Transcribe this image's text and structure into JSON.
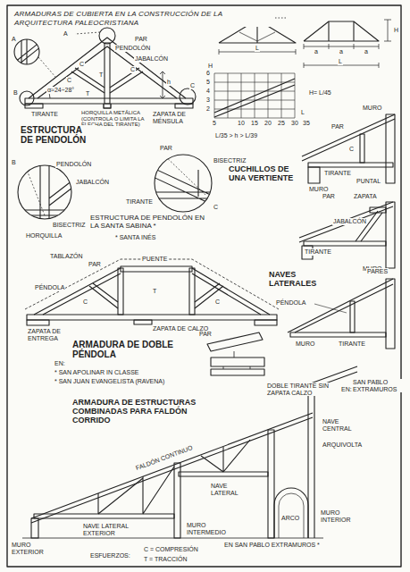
{
  "diagram": {
    "title": "ARMADURAS DE CUBIERTA EN LA CONSTRUCCIÓN DE LA ARQUITECTURA PALEOCRISTIANA",
    "labels": [
      "A",
      "A",
      "PAR",
      "PENDOLÓN",
      "JABALCÓN",
      "C",
      "T",
      "C",
      "T",
      "C",
      "α≈24÷28°",
      "h",
      "B",
      "C",
      "TIRANTE",
      "HORQUILLA METÁLICA (CONTROLA O LIMITA LA FLECHA DEL TIRANTE)",
      "ZAPATA DE MÉNSULA",
      "ESTRUCTURA DE PENDOLÓN",
      "H",
      "L",
      "L",
      "a",
      "a",
      "a",
      "H",
      "6",
      "5",
      "4",
      "3",
      "2",
      "5",
      "10",
      "15",
      "20",
      "25",
      "30",
      "35",
      "L",
      "H= L/45",
      "L/35 > h > L/39",
      "MURO",
      "PAR",
      "C",
      "TIRANTE",
      "PUNTAL",
      "MURO",
      "CUCHILLOS DE UNA VERTIENTE",
      "B",
      "PENDOLÓN",
      "JABALCÓN",
      "BISECTRIZ",
      "HORQUILLA",
      "PAR",
      "BISECTRIZ",
      "TIRANTE",
      "C",
      "ESTRUCTURA DE PENDOLÓN EN LA SANTA SABINA *",
      "* SANTA INÉS",
      "PAR",
      "ZAPATA",
      "JABALCÓN",
      "TIRANTE",
      "MURO",
      "TABLAZÓN",
      "PAR",
      "PUENTE",
      "PÉNDOLA",
      "C",
      "T",
      "C",
      "ZAPATA DE ENTREGA",
      "ZAPATA DE CALZO",
      "ARMADURA DE DOBLE PÉNDOLA",
      "EN:",
      "* SAN APOLINAR IN CLASSE",
      "* SAN JUAN EVANGELISTA (RAVENA)",
      "PAR",
      "NAVES LATERALES",
      "PÉNDOLA",
      "PARES",
      "MURO",
      "TIRANTE",
      "DOBLE TIRANTE SIN ZAPATA CALZO",
      "EN:",
      "SAN PABLO EXTRAMUROS",
      "ARMADURA DE ESTRUCTURAS COMBINADAS PARA FALDÓN CORRIDO",
      "FALDÓN CONTINUO",
      "NAVE CENTRAL",
      "ARQUIVOLTA",
      "NAVE LATERAL",
      "ARCO",
      "MURO INTERIOR",
      "NAVE LATERAL EXTERIOR",
      "MURO INTERMEDIO",
      "MURO EXTERIOR",
      "EN SAN PABLO EXTRAMUROS *",
      "ESFUERZOS:",
      "C = COMPRESIÓN",
      "T = TRACCIÓN"
    ]
  }
}
